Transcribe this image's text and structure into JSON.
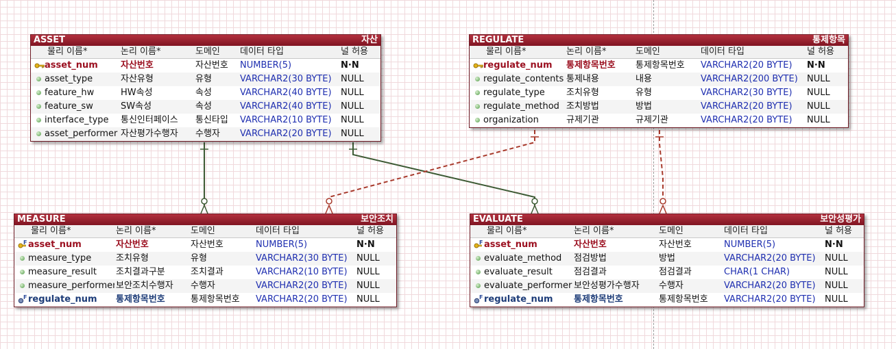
{
  "columns": {
    "physical": "물리 이름*",
    "logical": "논리 이름*",
    "domain": "도메인",
    "datatype": "데이터 타입",
    "nullable": "널 허용"
  },
  "entities": {
    "asset": {
      "name": "ASSET",
      "label": "자산",
      "rows": [
        {
          "key": "pk",
          "physical": "asset_num",
          "logical": "자산번호",
          "domain": "자산번호",
          "datatype": "NUMBER(5)",
          "nullable": "N·N"
        },
        {
          "key": "",
          "physical": "asset_type",
          "logical": "자산유형",
          "domain": "유형",
          "datatype": "VARCHAR2(30 BYTE)",
          "nullable": "NULL"
        },
        {
          "key": "",
          "physical": "feature_hw",
          "logical": "HW속성",
          "domain": "속성",
          "datatype": "VARCHAR2(40 BYTE)",
          "nullable": "NULL"
        },
        {
          "key": "",
          "physical": "feature_sw",
          "logical": "SW속성",
          "domain": "속성",
          "datatype": "VARCHAR2(40 BYTE)",
          "nullable": "NULL"
        },
        {
          "key": "",
          "physical": "interface_type",
          "logical": "통신인터페이스",
          "domain": "통신타입",
          "datatype": "VARCHAR2(10 BYTE)",
          "nullable": "NULL"
        },
        {
          "key": "",
          "physical": "asset_performer",
          "logical": "자산평가수행자",
          "domain": "수행자",
          "datatype": "VARCHAR2(20 BYTE)",
          "nullable": "NULL"
        }
      ]
    },
    "regulate": {
      "name": "REGULATE",
      "label": "통제항목",
      "rows": [
        {
          "key": "pk",
          "physical": "regulate_num",
          "logical": "통제항목번호",
          "domain": "통제항목번호",
          "datatype": "VARCHAR2(20 BYTE)",
          "nullable": "N·N"
        },
        {
          "key": "",
          "physical": "regulate_contents",
          "logical": "통제내용",
          "domain": "내용",
          "datatype": "VARCHAR2(200 BYTE)",
          "nullable": "NULL"
        },
        {
          "key": "",
          "physical": "regulate_type",
          "logical": "조치유형",
          "domain": "유형",
          "datatype": "VARCHAR2(30 BYTE)",
          "nullable": "NULL"
        },
        {
          "key": "",
          "physical": "regulate_method",
          "logical": "조치방법",
          "domain": "방법",
          "datatype": "VARCHAR2(20 BYTE)",
          "nullable": "NULL"
        },
        {
          "key": "",
          "physical": "organization",
          "logical": "규제기관",
          "domain": "규제기관",
          "datatype": "VARCHAR2(20 BYTE)",
          "nullable": "NULL"
        }
      ]
    },
    "measure": {
      "name": "MEASURE",
      "label": "보안조치",
      "rows": [
        {
          "key": "pfk",
          "physical": "asset_num",
          "logical": "자산번호",
          "domain": "자산번호",
          "datatype": "NUMBER(5)",
          "nullable": "N·N"
        },
        {
          "key": "",
          "physical": "measure_type",
          "logical": "조치유형",
          "domain": "유형",
          "datatype": "VARCHAR2(30 BYTE)",
          "nullable": "NULL"
        },
        {
          "key": "",
          "physical": "measure_result",
          "logical": "조치결과구분",
          "domain": "조치결과",
          "datatype": "VARCHAR2(10 BYTE)",
          "nullable": "NULL"
        },
        {
          "key": "",
          "physical": "measure_performer",
          "logical": "보안조치수행자",
          "domain": "수행자",
          "datatype": "VARCHAR2(20 BYTE)",
          "nullable": "NULL"
        },
        {
          "key": "fk",
          "physical": "regulate_num",
          "logical": "통제항목번호",
          "domain": "통제항목번호",
          "datatype": "VARCHAR2(20 BYTE)",
          "nullable": "NULL"
        }
      ]
    },
    "evaluate": {
      "name": "EVALUATE",
      "label": "보안성평가",
      "rows": [
        {
          "key": "pfk",
          "physical": "asset_num",
          "logical": "자산번호",
          "domain": "자산번호",
          "datatype": "NUMBER(5)",
          "nullable": "N·N"
        },
        {
          "key": "",
          "physical": "evaluate_method",
          "logical": "점검방법",
          "domain": "방법",
          "datatype": "VARCHAR2(20 BYTE)",
          "nullable": "NULL"
        },
        {
          "key": "",
          "physical": "evaluate_result",
          "logical": "점검결과",
          "domain": "점검결과",
          "datatype": "CHAR(1 CHAR)",
          "nullable": "NULL"
        },
        {
          "key": "",
          "physical": "evaluate_performer",
          "logical": "보안성평가수행자",
          "domain": "수행자",
          "datatype": "VARCHAR2(20 BYTE)",
          "nullable": "NULL"
        },
        {
          "key": "fk",
          "physical": "regulate_num",
          "logical": "통제항목번호",
          "domain": "통제항목번호",
          "datatype": "VARCHAR2(20 BYTE)",
          "nullable": "NULL"
        }
      ]
    }
  },
  "relationships": [
    {
      "from": "asset",
      "to": "measure",
      "style": "identifying",
      "color": "#3d5a34"
    },
    {
      "from": "asset",
      "to": "evaluate",
      "style": "identifying",
      "color": "#3d5a34"
    },
    {
      "from": "regulate",
      "to": "measure",
      "style": "non-identifying",
      "color": "#a83a2c"
    },
    {
      "from": "regulate",
      "to": "evaluate",
      "style": "non-identifying",
      "color": "#a83a2c"
    }
  ],
  "icons": {
    "pk": "key-icon",
    "pfk": "primary-foreign-key-icon",
    "fk": "foreign-key-icon",
    "attribute": "attribute-dot-icon"
  },
  "colors": {
    "header": "#9b1f2e",
    "pk_text": "#9b1020",
    "fk_text": "#1d3c78",
    "datatype_text": "#1f2fb0"
  }
}
